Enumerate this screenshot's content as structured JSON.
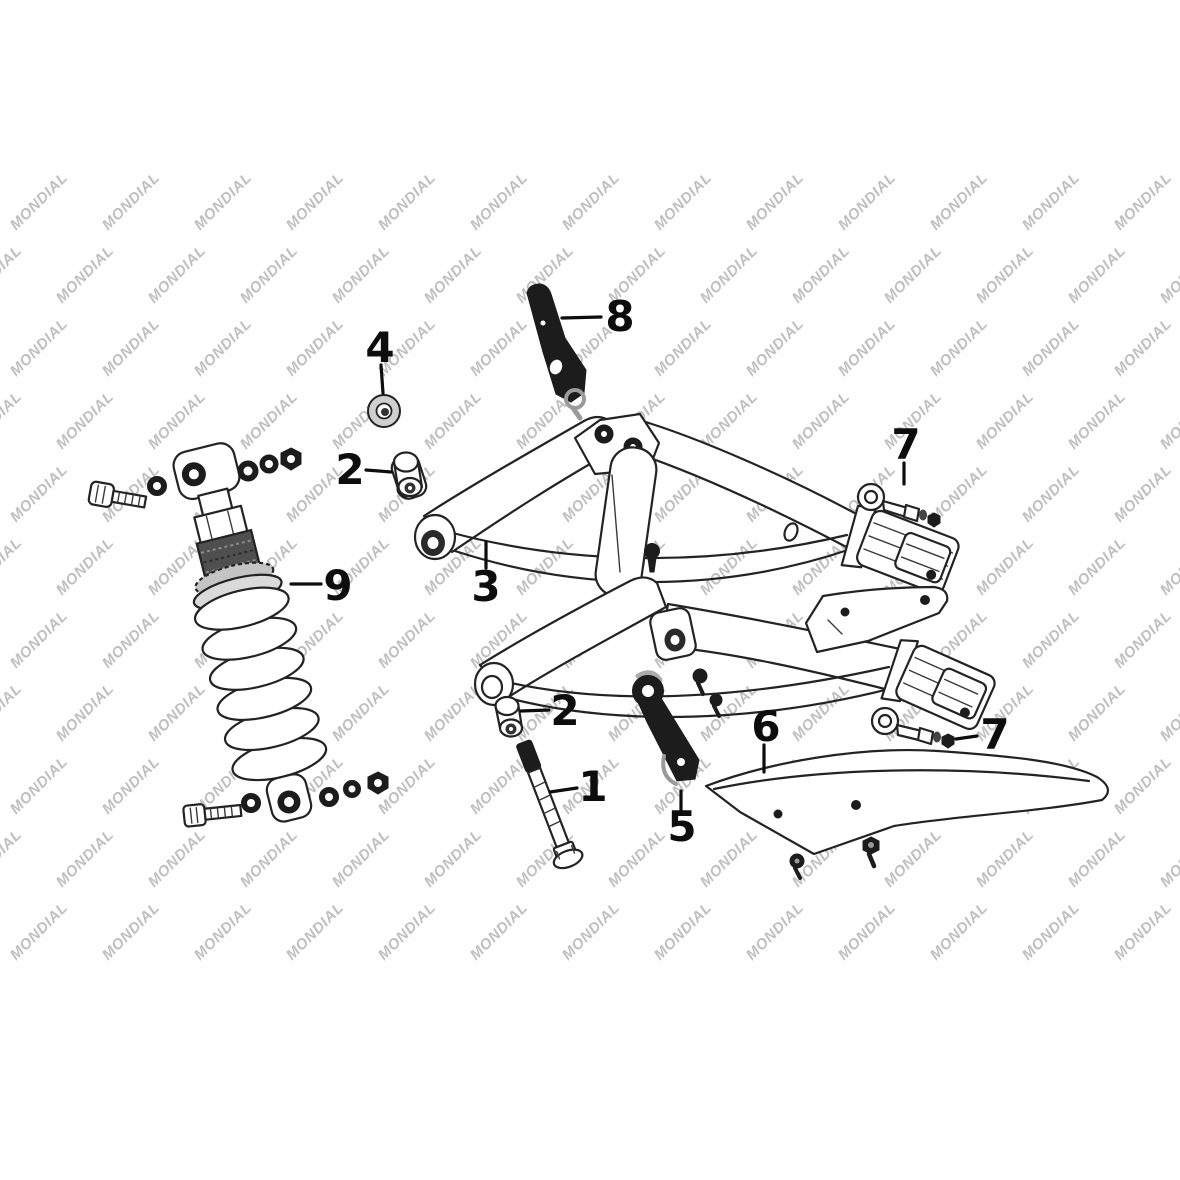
{
  "watermark": {
    "text": "MONDIAL",
    "color": "#bfbfbf"
  },
  "callouts": [
    {
      "label": "1"
    },
    {
      "label": "2"
    },
    {
      "label": "2"
    },
    {
      "label": "3"
    },
    {
      "label": "4"
    },
    {
      "label": "5"
    },
    {
      "label": "6"
    },
    {
      "label": "7"
    },
    {
      "label": "7"
    },
    {
      "label": "8"
    },
    {
      "label": "9"
    }
  ]
}
